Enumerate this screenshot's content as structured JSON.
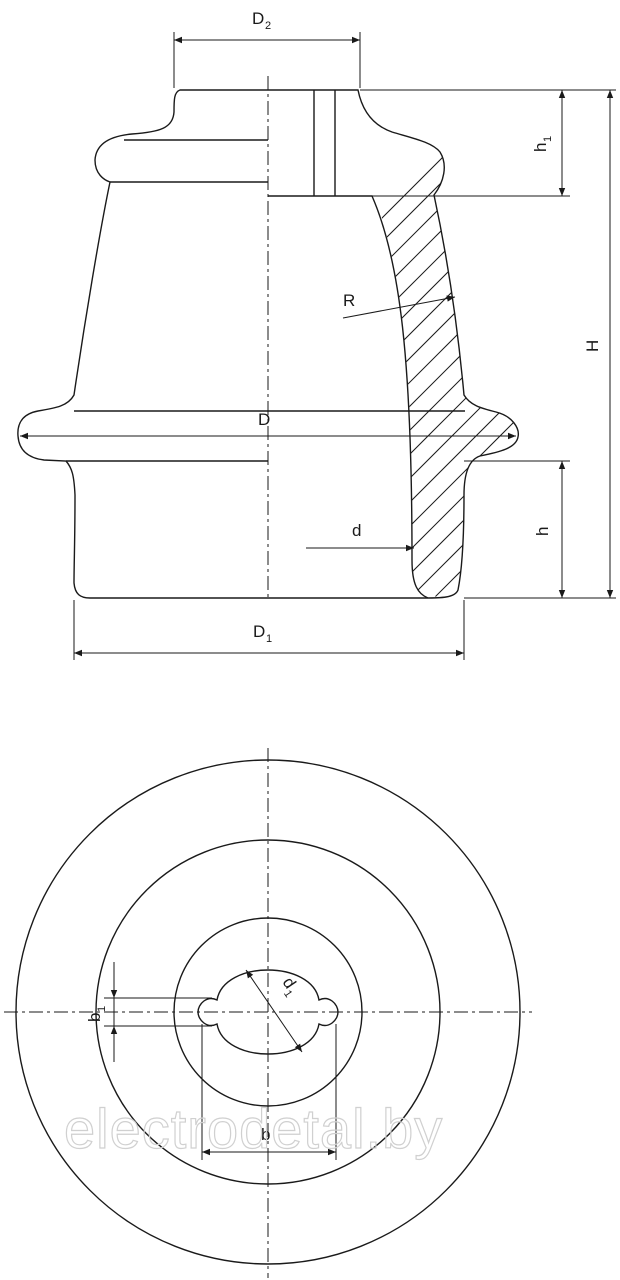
{
  "labels": {
    "d2": "D",
    "d2_sub": "2",
    "h1": "h",
    "h1_sub": "1",
    "r": "R",
    "big_h": "H",
    "d": "D",
    "small_d": "d",
    "small_h": "h",
    "d1": "D",
    "d1_sub": "1",
    "b1": "b",
    "b1_sub": "1",
    "d_1": "d",
    "d_1_sub": "1",
    "b": "b"
  },
  "watermark": "electrodetal.by"
}
